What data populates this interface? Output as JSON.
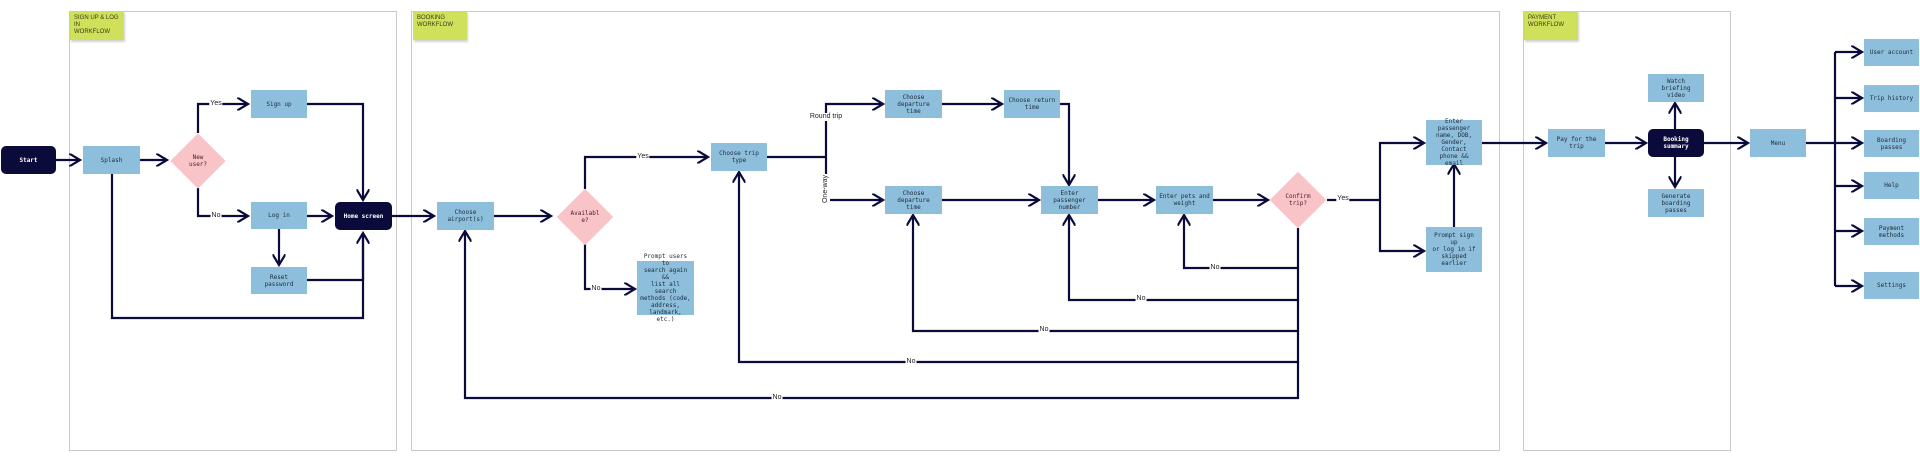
{
  "colors": {
    "process": "#8dbfdd",
    "terminal": "#0b0b3b",
    "decision": "#f8c4c8",
    "sticky": "#cfe15a",
    "line": "#0b0b3b"
  },
  "frames": {
    "signup_login": "SIGN UP & LOG IN\nWORKFLOW",
    "booking": "BOOKING\nWORKFLOW",
    "payment": "PAYMENT\nWORKFLOW"
  },
  "nodes": {
    "start": "Start",
    "splash": "Splash",
    "new_user": "New\nuser?",
    "sign_up": "Sign up",
    "log_in": "Log in",
    "reset_password": "Reset password",
    "home_screen": "Home screen",
    "choose_airports": "Choose\nairport(s)",
    "available": "Availabl\ne?",
    "prompt_search": "Prompt users to\nsearch again &&\nlist all search\nmethods (code,\naddress,\nlandmark, etc.)",
    "choose_trip_type": "Choose trip type",
    "choose_departure_time_rt": "Choose departure\ntime",
    "choose_return_time": "Choose return\ntime",
    "choose_departure_time_ow": "Choose departure\ntime",
    "enter_passenger_number": "Enter passenger\nnumber",
    "enter_pets": "Enter pets and\nweight",
    "confirm_trip": "Confirm\ntrip?",
    "enter_passenger_details": "Enter passenger\nname, DOB,\nGender, Contact\nphone && email",
    "prompt_signup": "Prompt sign up\nor log in if\nskipped earlier",
    "pay_for_trip": "Pay for the trip",
    "booking_summary": "Booking summary",
    "watch_briefing": "Watch briefing\nvideo",
    "generate_passes": "Generate\nboarding passes",
    "menu": "Menu",
    "user_account": "User account",
    "trip_history": "Trip history",
    "boarding_passes": "Boarding passes",
    "help": "Help",
    "payment_methods": "Payment methods",
    "settings": "Settings"
  },
  "edge_labels": {
    "yes_new_user": "Yes",
    "no_new_user": "No",
    "yes_available": "Yes",
    "no_available": "No",
    "round_trip": "Round trip",
    "one_way": "One-way",
    "yes_confirm": "Yes",
    "no_pets": "No",
    "no_passenger": "No",
    "no_departure": "No",
    "no_trip_type": "No",
    "no_airports": "No"
  }
}
